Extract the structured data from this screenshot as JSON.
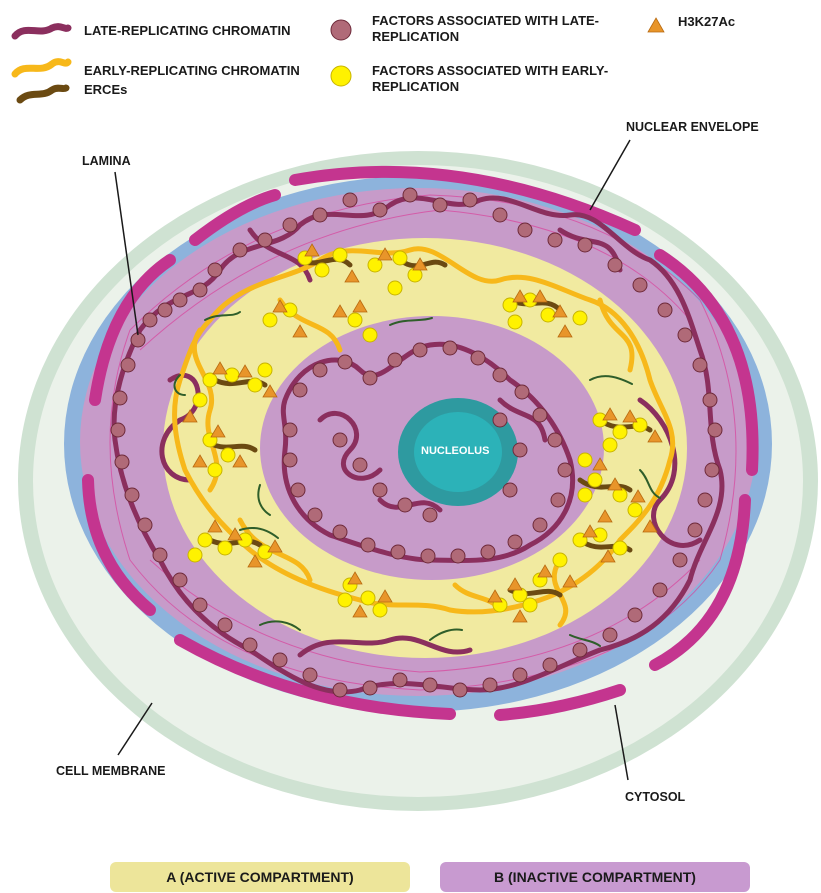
{
  "legend": {
    "late_chromatin": "LATE-REPLICATING CHROMATIN",
    "early_chromatin": "EARLY-REPLICATING CHROMATIN",
    "erces": "ERCEs",
    "late_factors": "FACTORS ASSOCIATED WITH LATE-\nREPLICATION",
    "early_factors": "FACTORS ASSOCIATED WITH EARLY-\nREPLICATION",
    "h3k27ac": "H3K27Ac"
  },
  "labels": {
    "nuclear_envelope": "NUCLEAR ENVELOPE",
    "lamina": "LAMINA",
    "nucleolus": "NUCLEOLUS",
    "cell_membrane": "CELL MEMBRANE",
    "cytosol": "CYTOSOL"
  },
  "compartments": {
    "a_label": "A (ACTIVE COMPARTMENT)",
    "b_label": "B (INACTIVE COMPARTMENT)"
  },
  "colors": {
    "late_chromatin": "#8b2f5e",
    "early_chromatin": "#f7b81a",
    "erces": "#6b4a12",
    "late_factor": "#b06a78",
    "early_factor": "#fff200",
    "h3k27ac": "#e8952a",
    "membrane": "#cfe2d2",
    "cytosol": "#ebf2ea",
    "envelope": "#8db3dc",
    "lamina": "#c4358f",
    "b_compartment": "#c79bc9",
    "a_compartment": "#f1eaa0",
    "nucleolus": "#2aa6ae",
    "a_box": "#ede59a",
    "b_box": "#c89ad0"
  }
}
